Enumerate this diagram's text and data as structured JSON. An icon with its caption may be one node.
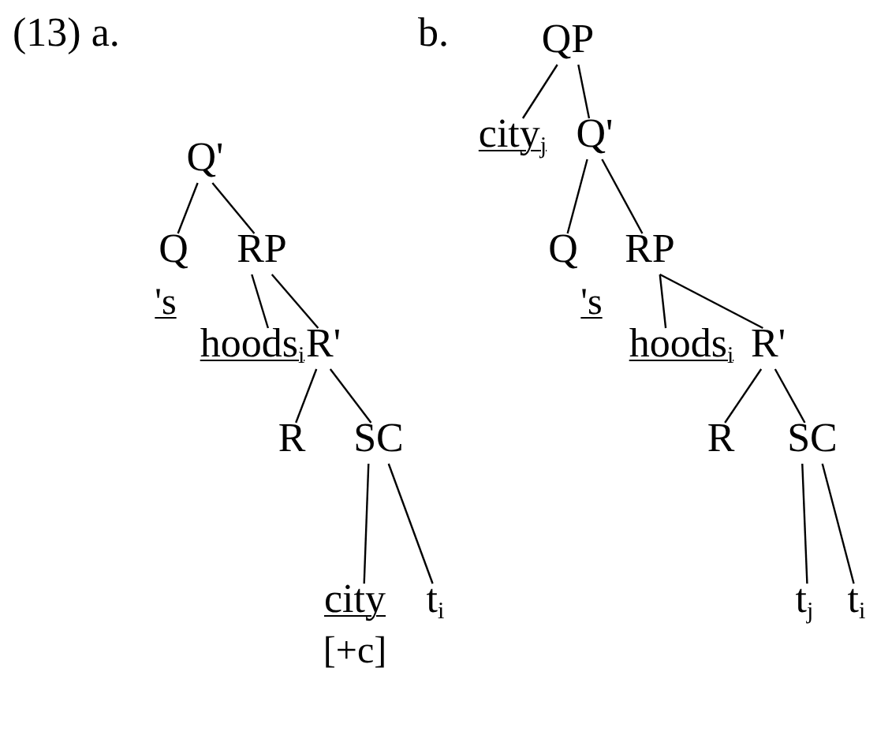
{
  "diagram": {
    "nodes": [
      {
        "text": [
          "Q'"
        ]
      },
      {
        "text": [
          "Q"
        ],
        "beside": [
          "'s"
        ]
      },
      {
        "text": [
          "RP"
        ]
      },
      {
        "text": [
          "hoods$_{i}$"
        ]
      },
      {
        "text": [
          "R'"
        ]
      },
      {
        "text": [
          "R"
        ]
      },
      {
        "text": [
          "SC"
        ]
      },
      {
        "text": [
          "city"
        ],
        "beside": [
          "[+c]"
        ]
      },
      {
        "text": [
          "t$_{i}$"
        ]
      },
      {
        "text": [
          "QP"
        ]
      },
      {
        "text": [
          "city$_{j}$"
        ]
      },
      {
        "text": [
          "Q'"
        ]
      },
      {
        "text": [
          "Q"
        ],
        "beside": [
          "'s"
        ]
      },
      {
        "text": [
          "RP"
        ]
      },
      {
        "text": [
          "hoods$_{i}$"
        ]
      },
      {
        "text": [
          "R'"
        ]
      },
      {
        "text": [
          "R"
        ]
      },
      {
        "text": [
          "SC"
        ]
      },
      {
        "text": [
          "t$_{j}$"
        ]
      },
      {
        "text": [
          "t$_{i}$"
        ]
      }
    ],
    "edges": [
      {
        "from": 0,
        "to": 1,
        "arrow": "none"
      },
      {
        "from": 0,
        "to": 2,
        "arrow": "none"
      },
      {
        "from": 2,
        "to": 3,
        "arrow": "none"
      },
      {
        "from": 2,
        "to": 4,
        "arrow": "none"
      },
      {
        "from": 4,
        "to": 5,
        "arrow": "none"
      },
      {
        "from": 4,
        "to": 6,
        "arrow": "none"
      },
      {
        "from": 6,
        "to": 7,
        "arrow": "none"
      },
      {
        "from": 6,
        "to": 8,
        "arrow": "none"
      },
      {
        "from": 9,
        "to": 10,
        "arrow": "none"
      },
      {
        "from": 9,
        "to": 11,
        "arrow": "none"
      },
      {
        "from": 11,
        "to": 12,
        "arrow": "none"
      },
      {
        "from": 11,
        "to": 13,
        "arrow": "none"
      },
      {
        "from": 13,
        "to": 14,
        "arrow": "none"
      },
      {
        "from": 13,
        "to": 15,
        "arrow": "none"
      },
      {
        "from": 15,
        "to": 16,
        "arrow": "none"
      },
      {
        "from": 15,
        "to": 17,
        "arrow": "none"
      },
      {
        "from": 17,
        "to": 18,
        "arrow": "none"
      },
      {
        "from": 17,
        "to": 19,
        "arrow": "none"
      }
    ],
    "labels": [
      "(13) a.",
      "b."
    ]
  }
}
